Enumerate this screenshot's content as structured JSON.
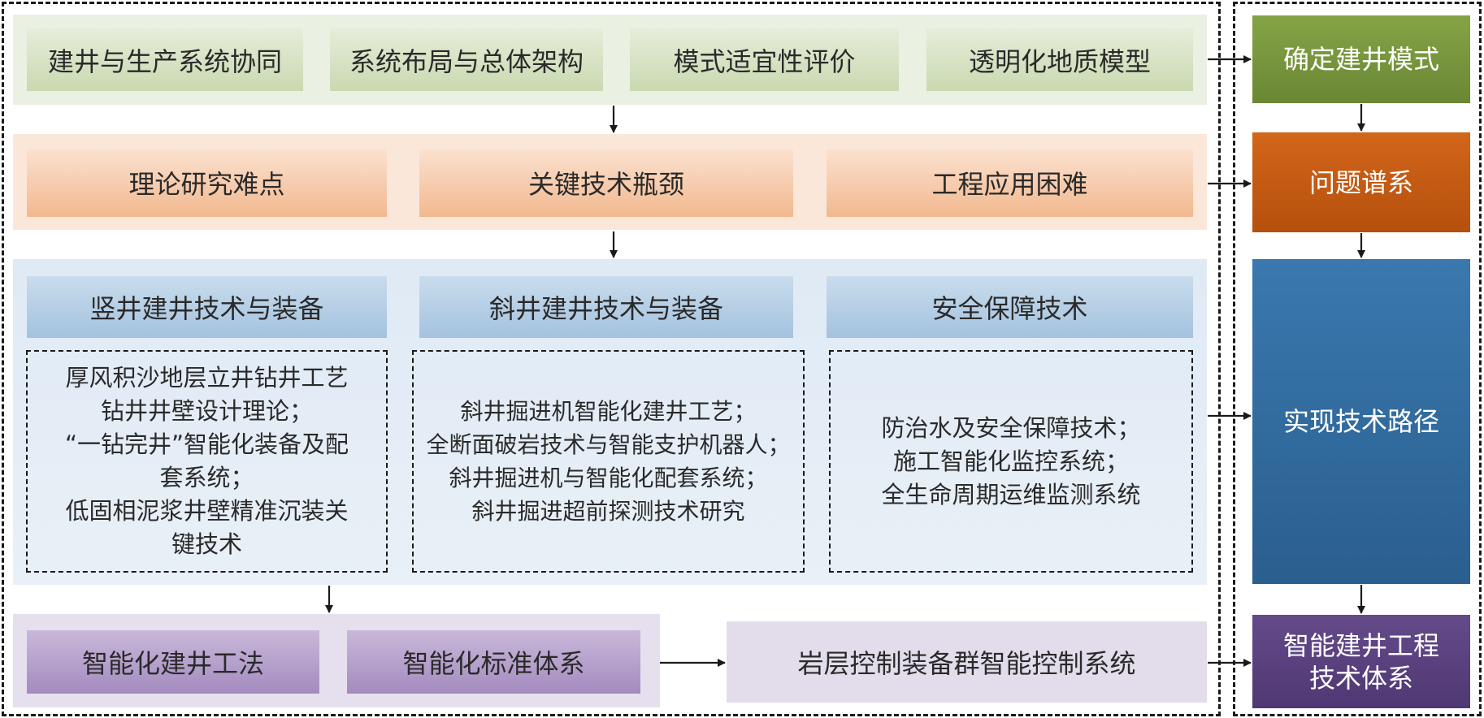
{
  "row1": {
    "items": [
      "建井与生产系统协同",
      "系统布局与总体架构",
      "模式适宜性评价",
      "透明化地质模型"
    ]
  },
  "row2": {
    "items": [
      "理论研究难点",
      "关键技术瓶颈",
      "工程应用困难"
    ]
  },
  "row3": {
    "headers": [
      "竖井建井技术与装备",
      "斜井建井技术与装备",
      "安全保障技术"
    ],
    "details": [
      [
        "厚风积沙地层立井钻井工艺",
        "钻井井壁设计理论；",
        "“一钻完井”智能化装备及配",
        "套系统；",
        "低固相泥浆井壁精准沉装关",
        "键技术"
      ],
      [
        "斜井掘进机智能化建井工艺；",
        "全断面破岩技术与智能支护机器人；",
        "斜井掘进机与智能化配套系统；",
        "斜井掘进超前探测技术研究"
      ],
      [
        "防治水及安全保障技术；",
        "施工智能化监控系统；",
        "全生命周期运维监测系统"
      ]
    ]
  },
  "row4": {
    "items": [
      "智能化建井工法",
      "智能化标准体系",
      "岩层控制装备群智能控制系统"
    ]
  },
  "right": {
    "items": [
      {
        "lines": [
          "确定建井模式"
        ],
        "color": "#77933c"
      },
      {
        "lines": [
          "问题谱系"
        ],
        "color": "#c55a11"
      },
      {
        "lines": [
          "实现技术路径"
        ],
        "color": "#2e6a9e"
      },
      {
        "lines": [
          "智能建井工程",
          "技术体系"
        ],
        "color": "#5b3f7f"
      }
    ]
  },
  "colors": {
    "green_band": "#eaf0e2",
    "orange_band": "#fbe7da",
    "blue_band": "#dde9f4",
    "purple_band": "#e6e0ee",
    "light_purple_box": "#ddd6e8"
  }
}
